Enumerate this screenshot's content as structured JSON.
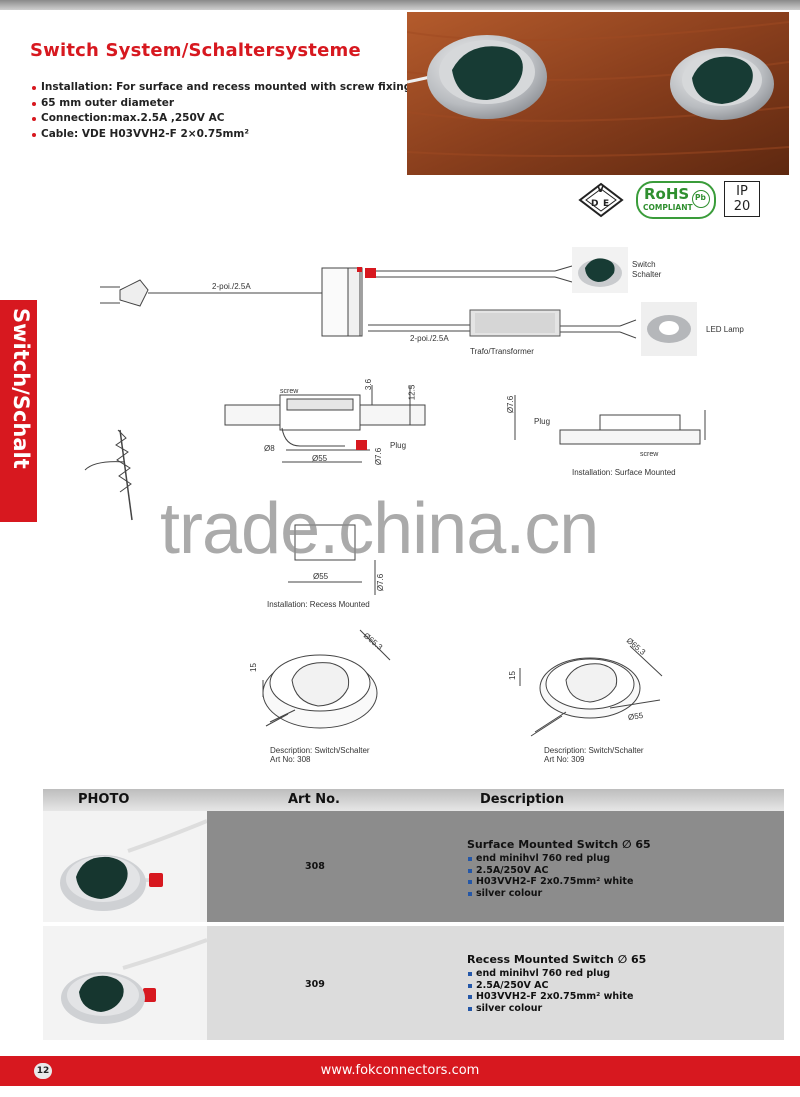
{
  "header": {
    "title": "Switch System/Schaltersysteme",
    "specs": [
      "Installation: For surface and recess mounted with screw fixing",
      "65 mm outer diameter",
      "Connection:max.2.5A ,250V AC",
      "Cable: VDE  H03VVH2-F 2×0.75mm²"
    ]
  },
  "certifications": {
    "vde": {
      "v": "V",
      "d": "D",
      "e": "E"
    },
    "rohs": {
      "title": "RoHS",
      "sub": "COMPLIANT",
      "pb": "Pb"
    },
    "ip": {
      "line1": "IP",
      "line2": "20"
    }
  },
  "side_tab": "Switch/Schalt",
  "wiring": {
    "cable1": "2-poi./2.5A",
    "switch_label_1": "Switch",
    "switch_label_2": "Schalter",
    "cable2": "2-poi./2.5A",
    "trafo": "Trafo/Transformer",
    "led": "LED Lamp"
  },
  "dims": {
    "screw": "screw",
    "d8": "Ø8",
    "d55": "Ø55",
    "d76": "Ø7.6",
    "plug": "Plug",
    "h36": "3.6",
    "h125": "12.5",
    "surface_caption": "Installation: Surface  Mounted",
    "recess_caption": "Installation: Recess Mounted",
    "d55b": "Ø55",
    "d76b": "Ø7.6",
    "plug2": "Plug",
    "screw2": "screw",
    "h76": "Ø7.6",
    "d653a": "Ø65.3",
    "h15a": "15",
    "desc308": "Description: Switch/Schalter",
    "art308": "Art No: 308",
    "d653b": "Ø65.3",
    "h15b": "15",
    "d55c": "Ø55",
    "desc309": "Description: Switch/Schalter",
    "art309": "Art No: 309"
  },
  "watermark": "trade.china.cn",
  "table": {
    "headers": {
      "photo": "PHOTO",
      "art": "Art No.",
      "desc": "Description"
    },
    "rows": [
      {
        "art": "308",
        "title": "Surface Mounted Switch ∅ 65",
        "bullets": [
          "end minihvl 760 red plug",
          "2.5A/250V AC",
          "H03VVH2-F 2x0.75mm² white",
          "silver colour"
        ]
      },
      {
        "art": "309",
        "title": "Recess Mounted Switch ∅ 65",
        "bullets": [
          "end minihvl 760 red plug",
          "2.5A/250V AC",
          "H03VVH2-F 2x0.75mm² white",
          "silver colour"
        ]
      }
    ]
  },
  "footer": {
    "page": "12",
    "url": "www.fokconnectors.com"
  },
  "colors": {
    "brand_red": "#d7181f",
    "row1_bg": "#8c8c8c",
    "row2_bg": "#dcdcdc",
    "bullet_blue": "#2457a8"
  }
}
